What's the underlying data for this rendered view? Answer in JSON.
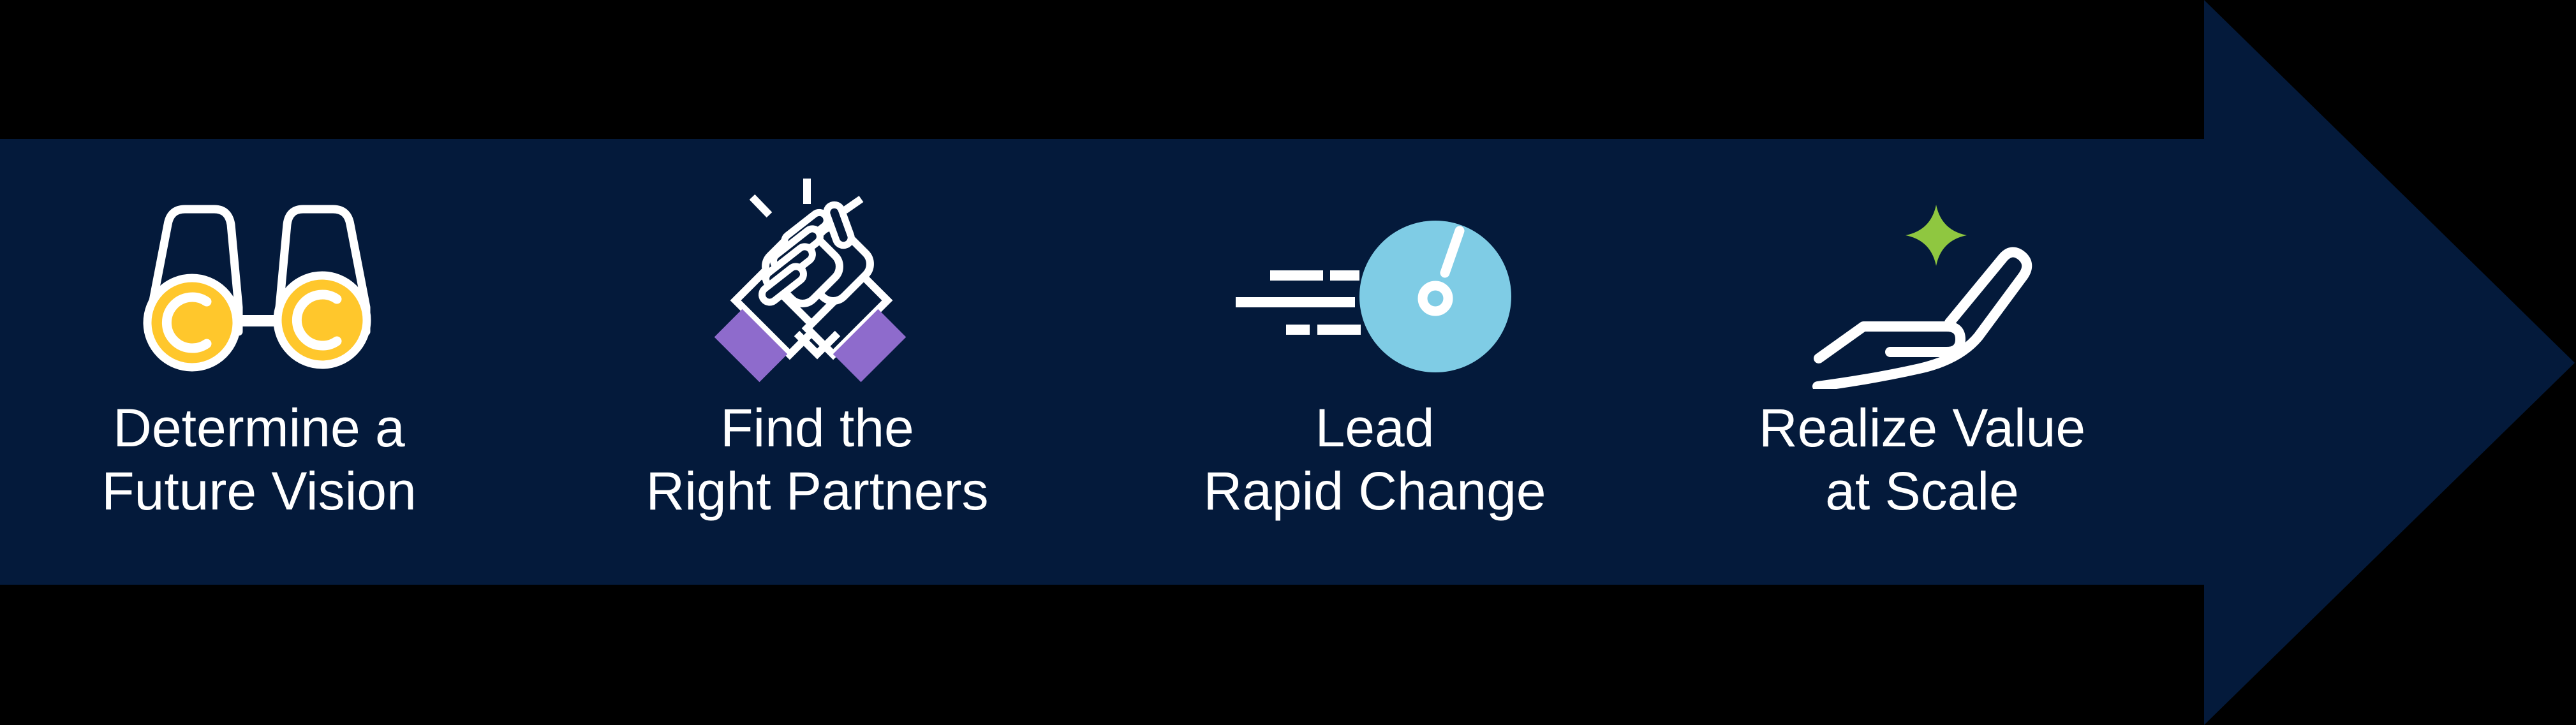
{
  "figure": {
    "type": "process-arrow-banner",
    "direction": "right"
  },
  "colors": {
    "background": "#000000",
    "navy": "#041A3B",
    "white": "#FFFFFF",
    "yellow": "#FFC72C",
    "purple": "#8E6BCC",
    "lightblue": "#7FCCE5",
    "green": "#8FC740"
  },
  "steps": [
    {
      "icon": "binoculars-icon",
      "label_line1": "Determine a",
      "label_line2": "Future Vision"
    },
    {
      "icon": "handshake-icon",
      "label_line1": "Find the",
      "label_line2": "Right Partners"
    },
    {
      "icon": "speedometer-icon",
      "label_line1": "Lead",
      "label_line2": "Rapid Change"
    },
    {
      "icon": "hand-sparkle-icon",
      "label_line1": "Realize Value",
      "label_line2": "at Scale"
    }
  ]
}
